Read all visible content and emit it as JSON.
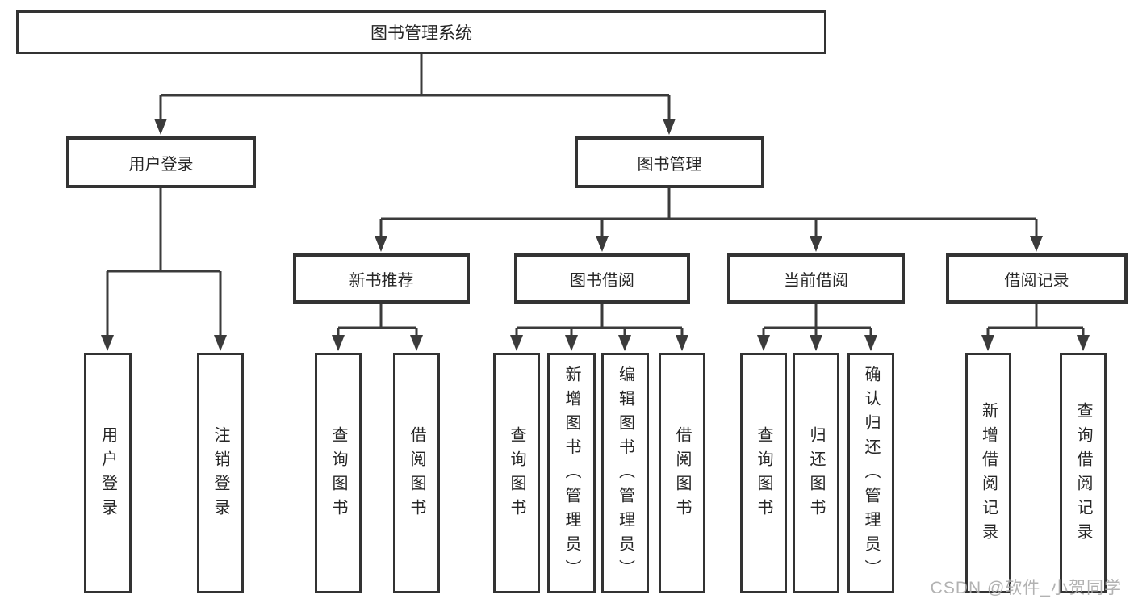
{
  "diagram": {
    "title": "图书管理系统",
    "level2": [
      {
        "label": "用户登录"
      },
      {
        "label": "图书管理"
      }
    ],
    "level3": [
      {
        "label": "新书推荐"
      },
      {
        "label": "图书借阅"
      },
      {
        "label": "当前借阅"
      },
      {
        "label": "借阅记录"
      }
    ],
    "leaves": [
      {
        "label": "用户登录"
      },
      {
        "label": "注销登录"
      },
      {
        "label": "查询图书"
      },
      {
        "label": "借阅图书"
      },
      {
        "label": "查询图书"
      },
      {
        "label": "新增图书（管理员）"
      },
      {
        "label": "编辑图书（管理员）"
      },
      {
        "label": "借阅图书"
      },
      {
        "label": "查询图书"
      },
      {
        "label": "归还图书"
      },
      {
        "label": "确认归还（管理员）"
      },
      {
        "label": "新增借阅记录"
      },
      {
        "label": "查询借阅记录"
      }
    ]
  },
  "watermark": {
    "text": "CSDN @软件_小贺同学"
  },
  "colors": {
    "line": "#3b3b3b",
    "border": "#333333",
    "text": "#262626",
    "watermark": "#aaaaaa",
    "background": "#ffffff"
  }
}
